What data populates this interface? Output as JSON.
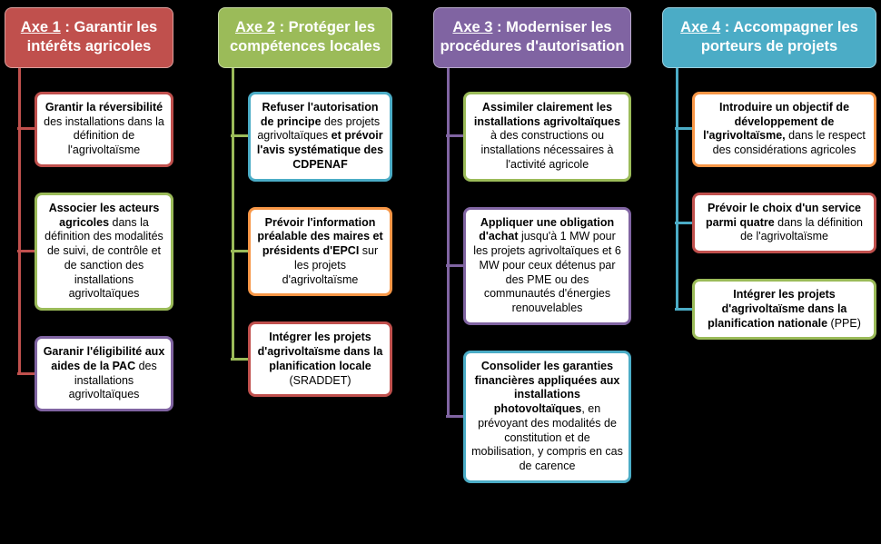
{
  "palette": {
    "red": "#C0504D",
    "green": "#9BBB59",
    "purple": "#8064A2",
    "teal": "#4BACC6",
    "orange": "#F79646"
  },
  "background_color": "#000000",
  "columns": [
    {
      "id": "axe-1",
      "color": "red",
      "header": {
        "axe": "Axe 1",
        "rest": " : Garantir les intérêts agricoles"
      },
      "children": [
        {
          "color": "red",
          "segments": [
            {
              "t": "Grantir la réversibilité",
              "b": true
            },
            {
              "t": " des installations dans la définition de l'agrivoltaïsme",
              "b": false
            }
          ]
        },
        {
          "color": "green",
          "segments": [
            {
              "t": "Associer les acteurs agricoles",
              "b": true
            },
            {
              "t": " dans la définition des modalités de suivi, de contrôle et de sanction des installations agrivoltaïques",
              "b": false
            }
          ]
        },
        {
          "color": "purple",
          "segments": [
            {
              "t": "Garanir l'éligibilité aux aides de la PAC",
              "b": true
            },
            {
              "t": " des installations agrivoltaïques",
              "b": false
            }
          ]
        }
      ]
    },
    {
      "id": "axe-2",
      "color": "green",
      "header": {
        "axe": "Axe 2",
        "rest": " : Protéger les compétences locales"
      },
      "children": [
        {
          "color": "teal",
          "segments": [
            {
              "t": "Refuser l'autorisation de principe",
              "b": true
            },
            {
              "t": " des projets agrivoltaïques ",
              "b": false
            },
            {
              "t": "et prévoir l'avis systématique des CDPENAF",
              "b": true
            }
          ]
        },
        {
          "color": "orange",
          "segments": [
            {
              "t": "Prévoir l'information préalable des maires et présidents d'EPCI",
              "b": true
            },
            {
              "t": " sur les projets d'agrivoltaïsme",
              "b": false
            }
          ]
        },
        {
          "color": "red",
          "segments": [
            {
              "t": "Intégrer les projets d'agrivoltaïsme dans la planification locale",
              "b": true
            },
            {
              "t": " (SRADDET)",
              "b": false
            }
          ]
        }
      ]
    },
    {
      "id": "axe-3",
      "color": "purple",
      "header": {
        "axe": "Axe 3",
        "rest": " : Moderniser les procédures d'autorisation"
      },
      "children": [
        {
          "color": "green",
          "segments": [
            {
              "t": "Assimiler clairement les installations agrivoltaïques",
              "b": true
            },
            {
              "t": " à des constructions ou installations nécessaires à l'activité agricole",
              "b": false
            }
          ]
        },
        {
          "color": "purple",
          "segments": [
            {
              "t": "Appliquer une obligation d'achat",
              "b": true
            },
            {
              "t": " jusqu'à 1 MW pour les projets agrivoltaïques et 6 MW pour ceux détenus par des PME ou des communautés d'énergies renouvelables",
              "b": false
            }
          ]
        },
        {
          "color": "teal",
          "segments": [
            {
              "t": "Consolider les garanties financières appliquées aux installations photovoltaïques",
              "b": true
            },
            {
              "t": ", en prévoyant des modalités de constitution et de mobilisation, y compris en cas de carence",
              "b": false
            }
          ]
        }
      ]
    },
    {
      "id": "axe-4",
      "color": "teal",
      "header": {
        "axe": "Axe 4",
        "rest": " : Accompagner les porteurs de projets"
      },
      "children": [
        {
          "color": "orange",
          "segments": [
            {
              "t": "Introduire un objectif de développement de l'agrivoltaïsme,",
              "b": true
            },
            {
              "t": " dans le respect des considérations agricoles",
              "b": false
            }
          ]
        },
        {
          "color": "red",
          "segments": [
            {
              "t": "Prévoir le choix d'un service parmi quatre",
              "b": true
            },
            {
              "t": " dans la définition de l'agrivoltaïsme",
              "b": false
            }
          ]
        },
        {
          "color": "green",
          "segments": [
            {
              "t": "Intégrer les projets d'agrivoltaïsme dans la planification nationale",
              "b": true
            },
            {
              "t": " (PPE)",
              "b": false
            }
          ]
        }
      ]
    }
  ]
}
